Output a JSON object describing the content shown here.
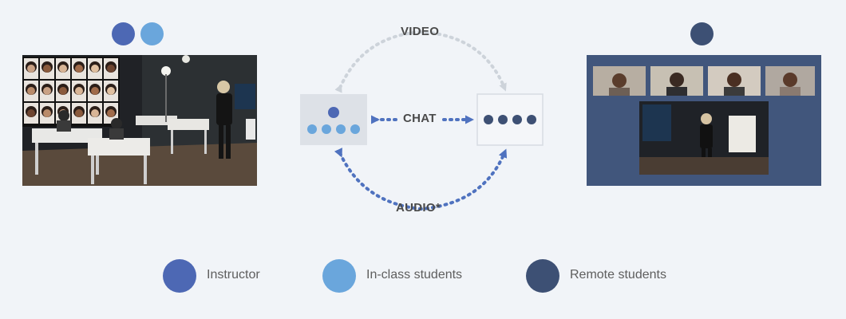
{
  "colors": {
    "instructor": "#4d68b4",
    "in_class": "#6aa6dc",
    "remote": "#3d5074",
    "background": "#f1f4f8",
    "video_arrow": "#cdd3da",
    "audio_chat_arrow": "#4f72bf"
  },
  "diagram": {
    "video_label": "VIDEO",
    "chat_label": "CHAT",
    "audio_label": "AUDIO*",
    "left_node": {
      "dots": [
        "instructor",
        "in_class",
        "in_class",
        "in_class",
        "in_class"
      ]
    },
    "right_node": {
      "dots": [
        "remote",
        "remote",
        "remote",
        "remote"
      ]
    }
  },
  "photos": {
    "classroom_icon": "classroom-photo",
    "remote_icon": "video-call-grid"
  },
  "legend": [
    {
      "label": "Instructor",
      "color": "#4d68b4"
    },
    {
      "label": "In-class students",
      "color": "#6aa6dc"
    },
    {
      "label": "Remote students",
      "color": "#3d5074"
    }
  ]
}
